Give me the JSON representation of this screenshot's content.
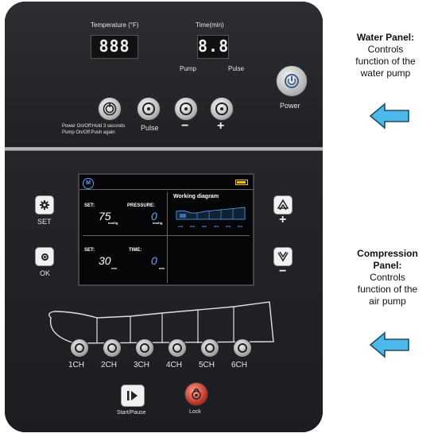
{
  "water": {
    "temperature_label": "Temperature (°F)",
    "temperature_value": "888",
    "time_label": "Time(min)",
    "time_value": "8.8",
    "pump_label": "Pump",
    "pulse_small_label": "Pulse",
    "power_label": "Power",
    "pulse_label": "Pulse",
    "minus_symbol": "−",
    "plus_symbol": "+",
    "instruction_line1": "Power On/Off:Hold 3 seconds",
    "instruction_line2": "Pump On/Off:Push again"
  },
  "compression": {
    "set_label": "SET",
    "ok_label": "OK",
    "plus_symbol": "+",
    "minus_symbol": "−",
    "screen": {
      "mode_badge": "M",
      "diagram_title": "Working   diagram",
      "set_label": "SET:",
      "set_pressure_value": "75",
      "set_pressure_unit": "mmHg",
      "pressure_label": "PRESSURE:",
      "pressure_value": "0",
      "pressure_unit": "mmHg",
      "set2_label": "SET:",
      "set_time_value": "30",
      "set_time_unit": "min",
      "time_label": "TIME:",
      "time_value": "0",
      "time_unit": "min",
      "chamber_labels": [
        "1CH",
        "2CH",
        "3CH",
        "4CH",
        "5CH",
        "6CH"
      ]
    },
    "channels": [
      "1CH",
      "2CH",
      "3CH",
      "4CH",
      "5CH",
      "6CH"
    ],
    "start_pause_label": "Start/Pause",
    "lock_label": "Lock"
  },
  "annotations": {
    "water_title": "Water Panel:",
    "water_desc": [
      "Controls",
      "function of the",
      "water pump"
    ],
    "compression_title": [
      "Compression",
      "Panel:"
    ],
    "compression_desc": [
      "Controls",
      "function of the",
      "air pump"
    ]
  },
  "colors": {
    "arrow": "#4db8ea",
    "screen_accent": "#5da7ff",
    "battery": "#f2c300",
    "lock_button": "#c0392b"
  }
}
